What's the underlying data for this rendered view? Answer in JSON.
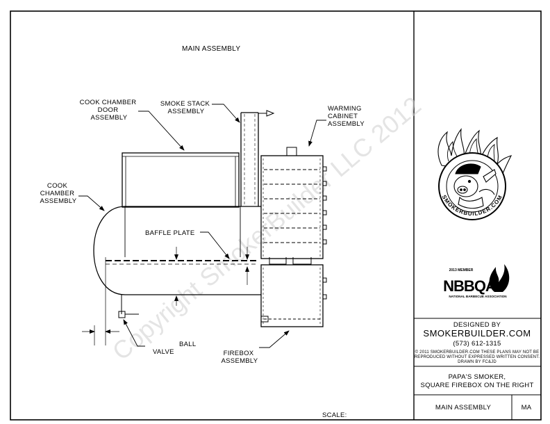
{
  "drawing": {
    "title": "MAIN ASSEMBLY",
    "labels": {
      "cook_chamber_door": [
        "COOK CHAMBER",
        "DOOR",
        "ASSEMBLY"
      ],
      "smoke_stack": [
        "SMOKE STACK",
        "ASSEMBLY"
      ],
      "warming_cabinet": [
        "WARMING",
        "CABINET",
        "ASSEMBLY"
      ],
      "cook_chamber": [
        "COOK",
        "CHAMBER",
        "ASSEMBLY"
      ],
      "baffle_plate": "BAFFLE PLATE",
      "ball": "BALL",
      "valve": "VALVE",
      "firebox": [
        "FIREBOX",
        "ASSEMBLY"
      ]
    },
    "scale_label": "SCALE:",
    "watermark": "Copyright SmokerBuilder LLC 2012"
  },
  "title_block": {
    "logo_ring_text": "SMOKERBUILDER.COM",
    "member_text": "2013 MEMBER",
    "nbbq_text": "NBBQA",
    "nbbq_subtitle": "NATIONAL BARBECUE ASSOCIATION",
    "designed_by": "DESIGNED BY",
    "website": "SMOKERBUILDER.COM",
    "phone": "(573)  612-1315",
    "copyright_lines": [
      "©  2011  SMOKERBUILDER.COM  THESE  PLANS  MAY  NOT  BE",
      "REPRODUCED  WITHOUT  EXPRESSED  WRITTEN  CONSENT.",
      "DRAWN  BY  FC&JD"
    ],
    "project_lines": [
      "PAPA'S SMOKER,",
      "SQUARE FIREBOX ON THE RIGHT"
    ],
    "sheet_title": "MAIN ASSEMBLY",
    "sheet_code": "MA"
  }
}
